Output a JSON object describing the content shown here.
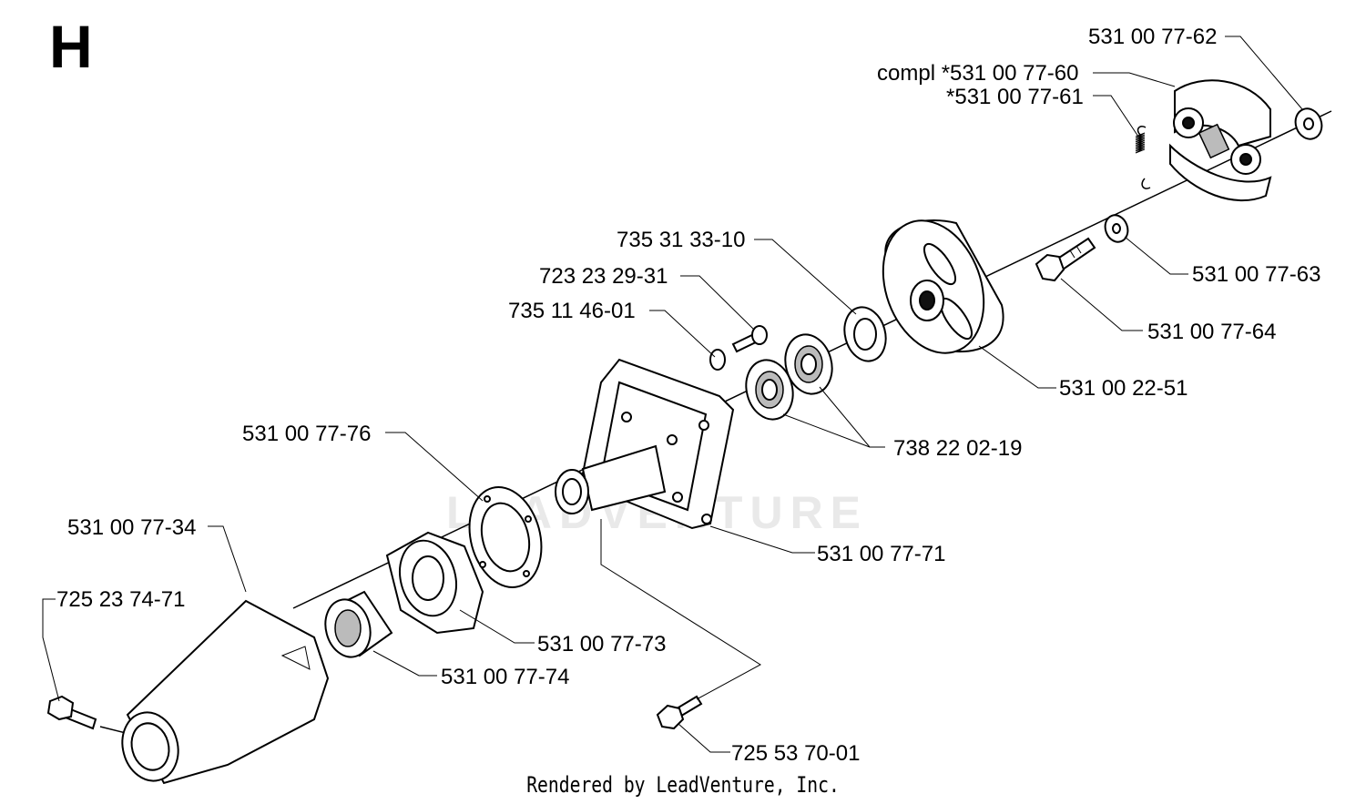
{
  "section_letter": "H",
  "watermark": "LEADVENTURE",
  "footer": "Rendered by LeadVenture, Inc.",
  "parts": {
    "p1": "531 00 77-62",
    "p2": "compl *531 00 77-60",
    "p3": "*531 00 77-61",
    "p4": "735 31 33-10",
    "p5": "723 23 29-31",
    "p6": "735 11 46-01",
    "p7": "531 00 77-63",
    "p8": "531 00 77-64",
    "p9": "531 00 22-51",
    "p10": "738 22 02-19",
    "p11": "531 00 77-76",
    "p12": "531 00 77-71",
    "p13": "531 00 77-34",
    "p14": "725 23 74-71",
    "p15": "531 00 77-73",
    "p16": "531 00 77-74",
    "p17": "725 53 70-01"
  }
}
